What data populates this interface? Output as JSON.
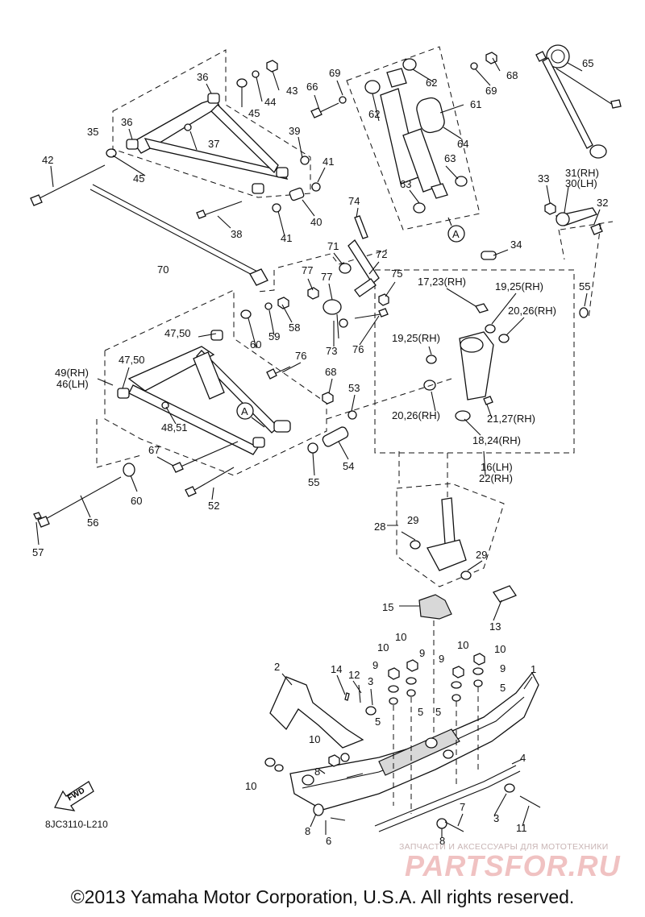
{
  "diagram": {
    "code": "8JC3110-L210",
    "copyright": "©2013 Yamaha Motor Corporation, U.S.A. All rights reserved.",
    "fwd_label": "FWD",
    "watermark": {
      "caption": "ЗАПЧАСТИ И АКСЕССУАРЫ ДЛЯ МОТОТЕХНИКИ",
      "logo": "PARTSFOR.RU"
    },
    "callouts": {
      "c1": "1",
      "c2": "2",
      "c3a": "3",
      "c3b": "3",
      "c4": "4",
      "c5a": "5",
      "c5b": "5",
      "c5c": "5",
      "c5d": "5",
      "c6": "6",
      "c7": "7",
      "c8a": "8",
      "c8b": "8",
      "c8c": "8",
      "c9a": "9",
      "c9b": "9",
      "c9c": "9",
      "c9d": "9",
      "c10a": "10",
      "c10b": "10",
      "c10c": "10",
      "c10d": "10",
      "c10e": "10",
      "c10f": "10",
      "c11": "11",
      "c12": "12",
      "c13": "13",
      "c14": "14",
      "c15": "15",
      "c16": "16(LH)",
      "c22": "22(RH)",
      "c17": "17,23(RH)",
      "c18": "18,24(RH)",
      "c19a": "19,25(RH)",
      "c19b": "19,25(RH)",
      "c20a": "20,26(RH)",
      "c20b": "20,26(RH)",
      "c21": "21,27(RH)",
      "c28": "28",
      "c29a": "29",
      "c29b": "29",
      "c30": "30(LH)",
      "c31": "31(RH)",
      "c32": "32",
      "c33": "33",
      "c34": "34",
      "c35": "35",
      "c36a": "36",
      "c36b": "36",
      "c37": "37",
      "c38": "38",
      "c39": "39",
      "c40": "40",
      "c41a": "41",
      "c41b": "41",
      "c42": "42",
      "c43": "43",
      "c44": "44",
      "c45a": "45",
      "c45b": "45",
      "c46": "46(LH)",
      "c49": "49(RH)",
      "c47a": "47,50",
      "c47b": "47,50",
      "c48": "48,51",
      "c52": "52",
      "c53": "53",
      "c54": "54",
      "c55a": "55",
      "c55b": "55",
      "c56": "56",
      "c57": "57",
      "c58": "58",
      "c59": "59",
      "c60a": "60",
      "c60b": "60",
      "c61": "61",
      "c62a": "62",
      "c62b": "62",
      "c63a": "63",
      "c63b": "63",
      "c64": "64",
      "c65": "65",
      "c66": "66",
      "c67": "67",
      "c68a": "68",
      "c68b": "68",
      "c69a": "69",
      "c69b": "69",
      "c70": "70",
      "c71": "71",
      "c72": "72",
      "c73": "73",
      "c74": "74",
      "c75": "75",
      "c76a": "76",
      "c76b": "76",
      "c77a": "77",
      "c77b": "77",
      "cA1": "A",
      "cA2": "A"
    }
  }
}
